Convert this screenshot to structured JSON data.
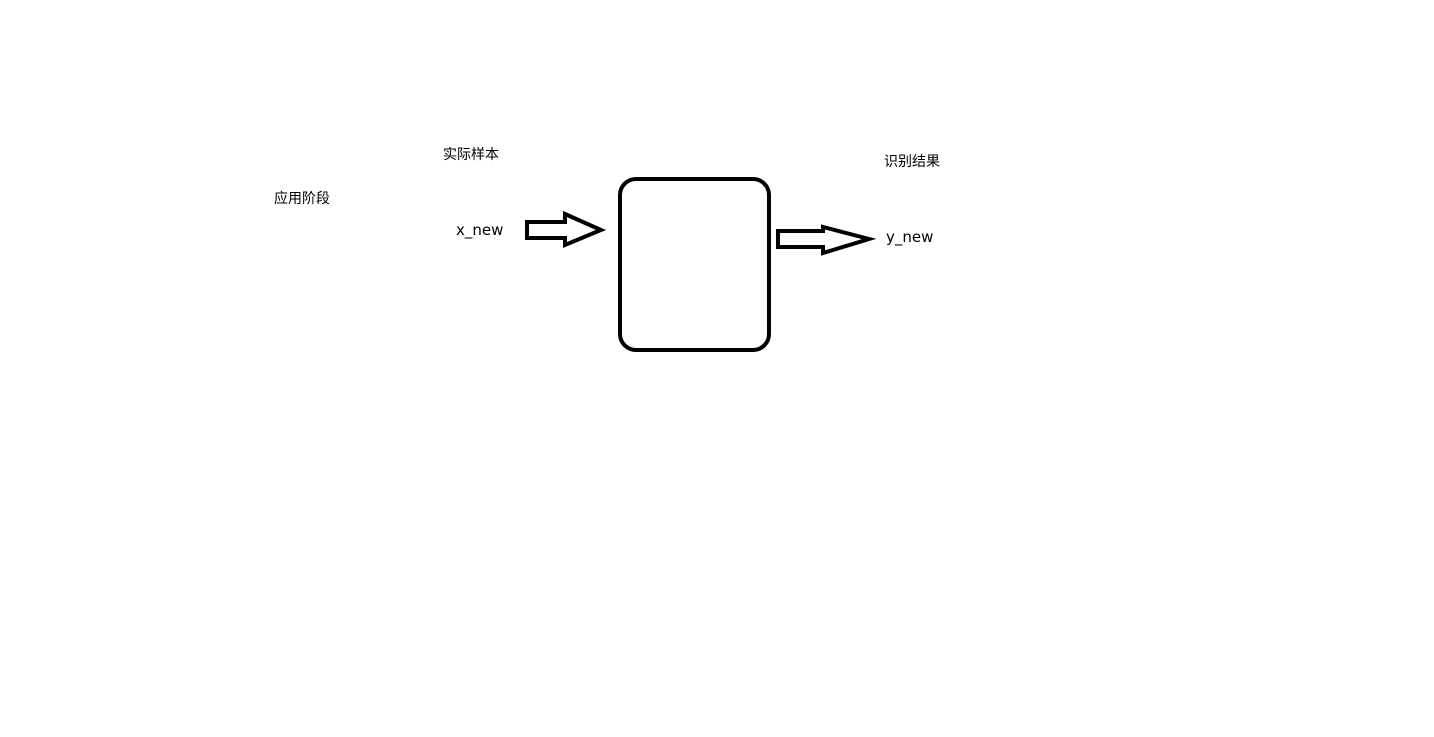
{
  "stage": {
    "label": "应用阶段"
  },
  "input": {
    "title": "实际样本",
    "variable": "x_new"
  },
  "output": {
    "title": "识别结果",
    "variable": "y_new"
  },
  "colors": {
    "stroke": "#000000",
    "background": "#ffffff"
  }
}
